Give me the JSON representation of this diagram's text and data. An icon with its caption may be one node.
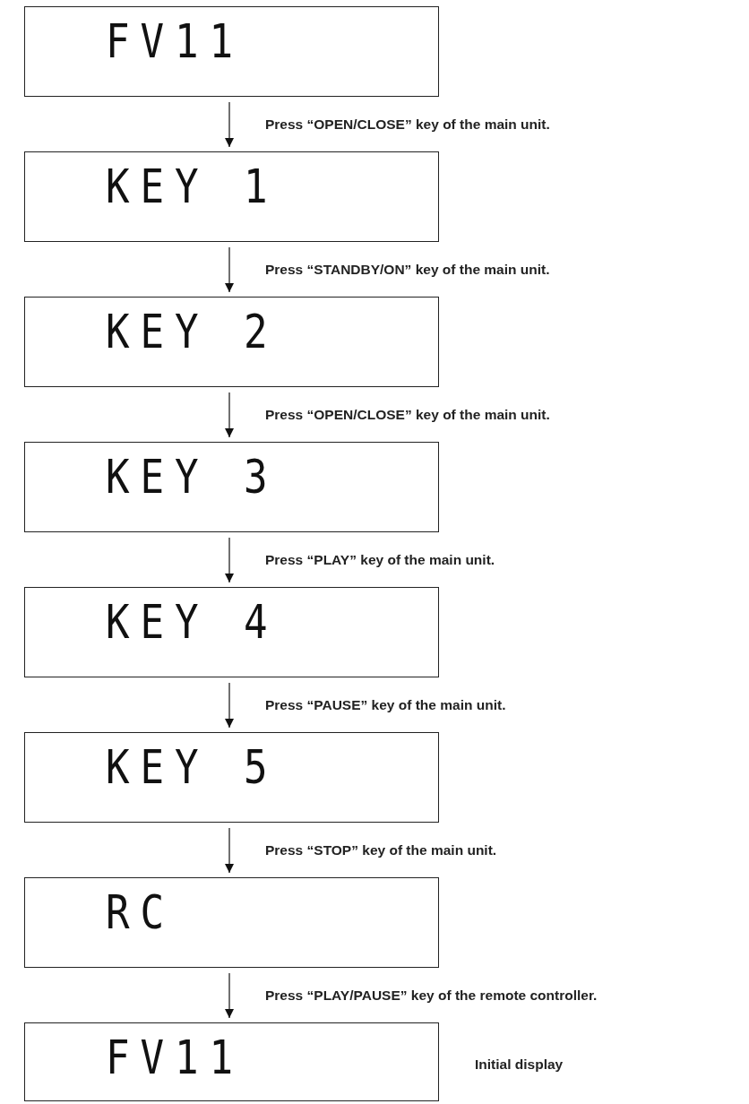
{
  "diagram": {
    "nodes": [
      {
        "text": [
          "FV11"
        ]
      },
      {
        "text": [
          "KEY 1"
        ]
      },
      {
        "text": [
          "KEY 2"
        ]
      },
      {
        "text": [
          "KEY 3"
        ]
      },
      {
        "text": [
          "KEY 4"
        ]
      },
      {
        "text": [
          "KEY 5"
        ]
      },
      {
        "text": [
          "RC"
        ]
      },
      {
        "text": [
          "FV11"
        ],
        "beside": [
          "Initial display"
        ]
      }
    ],
    "edges": [
      {
        "from": 0,
        "to": 1,
        "arrow": "to",
        "label": "Press “OPEN/CLOSE” key of the main unit."
      },
      {
        "from": 1,
        "to": 2,
        "arrow": "to",
        "label": "Press “STANDBY/ON” key of the main unit."
      },
      {
        "from": 2,
        "to": 3,
        "arrow": "to",
        "label": "Press “OPEN/CLOSE” key of the main unit."
      },
      {
        "from": 3,
        "to": 4,
        "arrow": "to",
        "label": "Press “PLAY” key of the main unit."
      },
      {
        "from": 4,
        "to": 5,
        "arrow": "to",
        "label": "Press “PAUSE” key of the main unit."
      },
      {
        "from": 5,
        "to": 6,
        "arrow": "to",
        "label": "Press “STOP” key of the main unit."
      },
      {
        "from": 6,
        "to": 7,
        "arrow": "to",
        "label": "Press “PLAY/PAUSE” key of the remote controller."
      }
    ]
  }
}
